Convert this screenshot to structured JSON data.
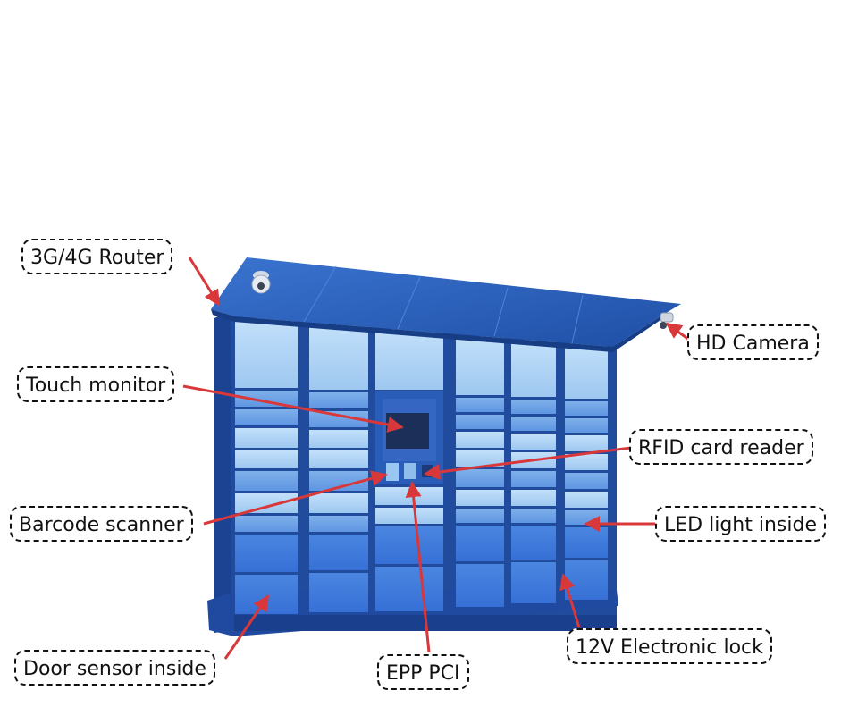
{
  "labels": {
    "router": "3G/4G Router",
    "touch_monitor": "Touch monitor",
    "barcode_scanner": "Barcode scanner",
    "door_sensor": "Door sensor inside",
    "epp_pci": "EPP PCI",
    "electronic_lock": "12V Electronic lock",
    "led_light": "LED light inside",
    "rfid_reader": "RFID card reader",
    "hd_camera": "HD Camera"
  },
  "colors": {
    "arrow": "#d9383a",
    "locker_light": "#a9d0f2",
    "locker_blue": "#3f7ddc",
    "locker_frame": "#224f9e",
    "roof": "#2c62bd"
  }
}
